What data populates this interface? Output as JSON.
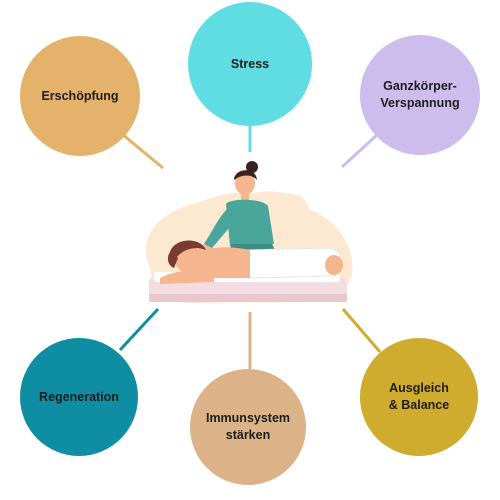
{
  "nodes": [
    {
      "key": "stress",
      "label": "Stress",
      "color": "#5fdde3"
    },
    {
      "key": "erschoepfung",
      "label": "Erschöpfung",
      "color": "#e4b26b"
    },
    {
      "key": "ganzkoerper",
      "label": "Ganzkörper-\nVerspannung",
      "color": "#cdbdec"
    },
    {
      "key": "regeneration",
      "label": "Regeneration",
      "color": "#0f8ea3"
    },
    {
      "key": "immunsystem",
      "label": "Immunsystem\nstärken",
      "color": "#dcb388"
    },
    {
      "key": "ausgleich",
      "label": "Ausgleich\n& Balance",
      "color": "#cfab2e"
    }
  ],
  "illustration": {
    "subject": "massage-therapist-with-client",
    "icon": "massage-illustration"
  }
}
